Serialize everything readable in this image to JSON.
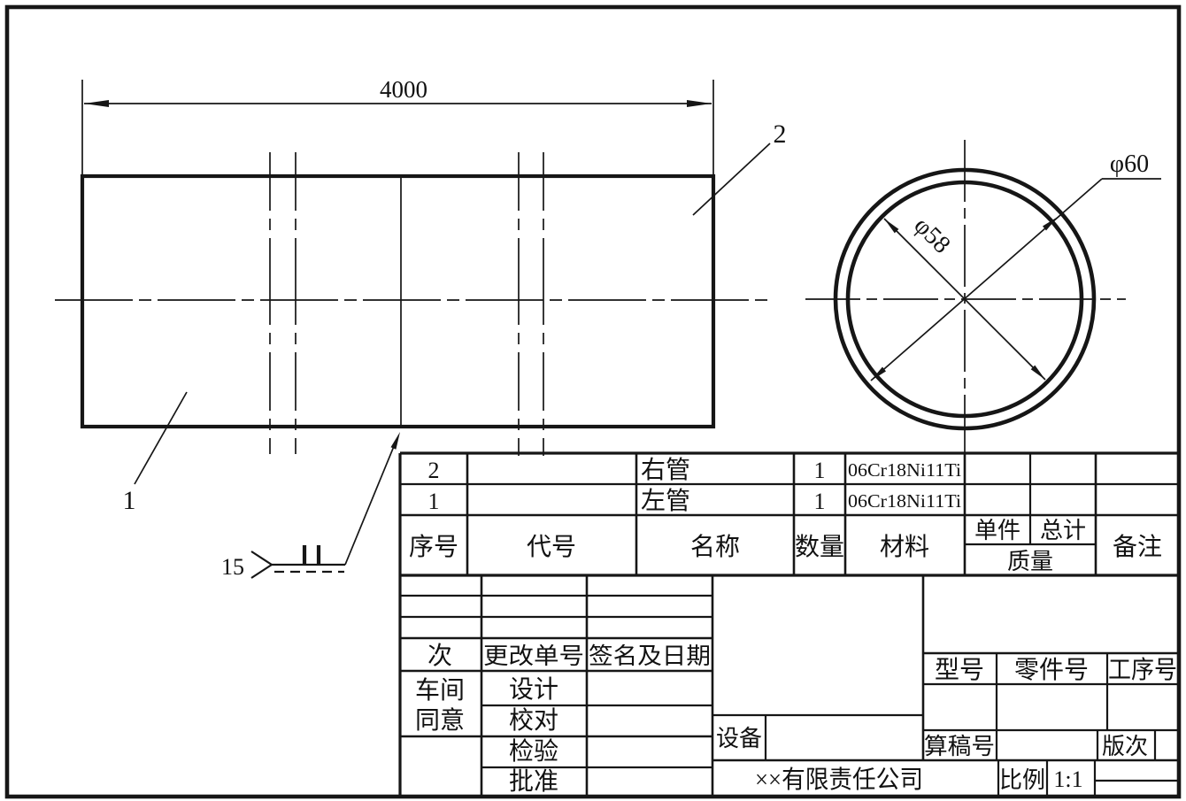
{
  "colors": {
    "ink": "#161616",
    "paper": "#ffffff"
  },
  "views": {
    "front": {
      "length_dim": "4000",
      "part1_label": "1",
      "part2_label": "2",
      "weld_number": "15"
    },
    "section": {
      "outer_dia": "φ60",
      "inner_dia": "φ58"
    }
  },
  "parts_list": {
    "headers": {
      "seq": "序号",
      "code": "代号",
      "name": "名称",
      "qty": "数量",
      "material": "材料",
      "unit": "单件",
      "total": "总计",
      "mass": "质量",
      "remarks": "备注"
    },
    "rows": [
      {
        "seq": "2",
        "code": "",
        "name": "右管",
        "qty": "1",
        "material": "06Cr18Ni11Ti"
      },
      {
        "seq": "1",
        "code": "",
        "name": "左管",
        "qty": "1",
        "material": "06Cr18Ni11Ti"
      }
    ]
  },
  "title_block": {
    "times": "次",
    "change_order": "更改单号",
    "sign_date": "签名及日期",
    "workshop_l1": "车间",
    "workshop_l2": "同意",
    "design": "设计",
    "proofread": "校对",
    "inspect": "检验",
    "approve": "批准",
    "equipment": "设备",
    "model": "型号",
    "part_no": "零件号",
    "process_no": "工序号",
    "calc_sheet_no": "算稿号",
    "edition": "版次",
    "company": "××有限责任公司",
    "scale_label": "比例",
    "scale_value": "1:1"
  }
}
